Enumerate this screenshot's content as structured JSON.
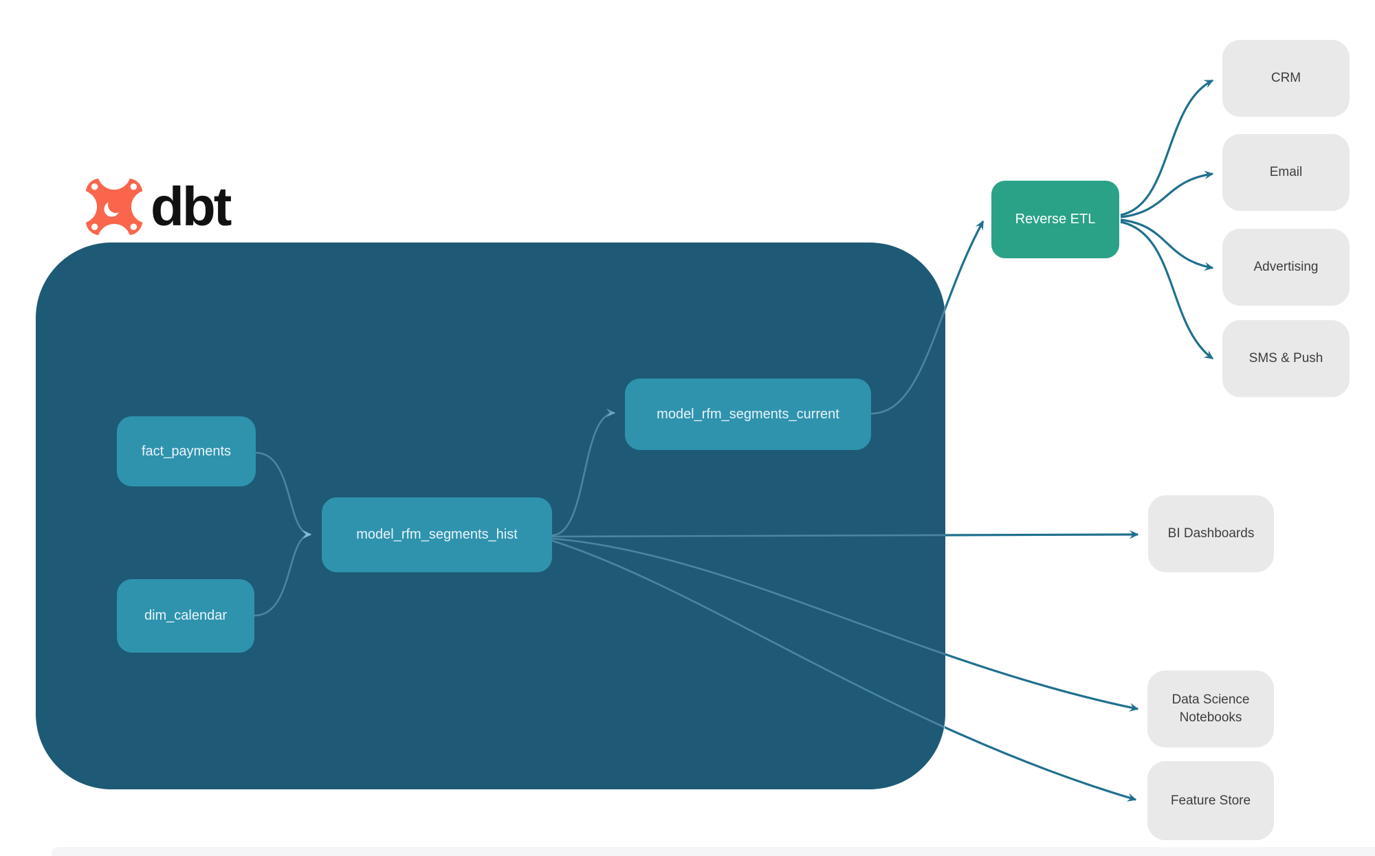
{
  "brand": {
    "wordmark": "dbt",
    "logo_icon": "dbt-star-icon",
    "logo_color": "#F9664C"
  },
  "colors": {
    "warehouse_container_bg": "#1E5A75",
    "model_node_bg": "#2F93AE",
    "model_node_text": "#EAF5F8",
    "reverse_etl_bg": "#2AA287",
    "destination_bg": "#E9E9E9",
    "destination_text": "#3D3D3D",
    "arrow_outside": "#20708E",
    "arrow_inside": "rgba(140,200,222,0.40)"
  },
  "diagram": {
    "warehouse": {
      "nodes": [
        {
          "id": "fact_payments",
          "label": "fact_payments"
        },
        {
          "id": "dim_calendar",
          "label": "dim_calendar"
        },
        {
          "id": "model_rfm_segments_hist",
          "label": "model_rfm_segments_hist"
        },
        {
          "id": "model_rfm_segments_current",
          "label": "model_rfm_segments_current"
        }
      ]
    },
    "reverse_etl": {
      "label": "Reverse ETL"
    },
    "activation_destinations": [
      {
        "label": "CRM"
      },
      {
        "label": "Email"
      },
      {
        "label": "Advertising"
      },
      {
        "label": "SMS & Push"
      }
    ],
    "analytics_destinations": [
      {
        "label": "BI Dashboards"
      },
      {
        "label": "Data Science Notebooks"
      },
      {
        "label": "Feature Store"
      }
    ],
    "edges": [
      {
        "from": "fact_payments",
        "to": "model_rfm_segments_hist"
      },
      {
        "from": "dim_calendar",
        "to": "model_rfm_segments_hist"
      },
      {
        "from": "model_rfm_segments_hist",
        "to": "model_rfm_segments_current"
      },
      {
        "from": "model_rfm_segments_hist",
        "to": "BI Dashboards"
      },
      {
        "from": "model_rfm_segments_hist",
        "to": "Data Science Notebooks"
      },
      {
        "from": "model_rfm_segments_hist",
        "to": "Feature Store"
      },
      {
        "from": "model_rfm_segments_current",
        "to": "Reverse ETL"
      },
      {
        "from": "Reverse ETL",
        "to": "CRM"
      },
      {
        "from": "Reverse ETL",
        "to": "Email"
      },
      {
        "from": "Reverse ETL",
        "to": "Advertising"
      },
      {
        "from": "Reverse ETL",
        "to": "SMS & Push"
      }
    ]
  }
}
